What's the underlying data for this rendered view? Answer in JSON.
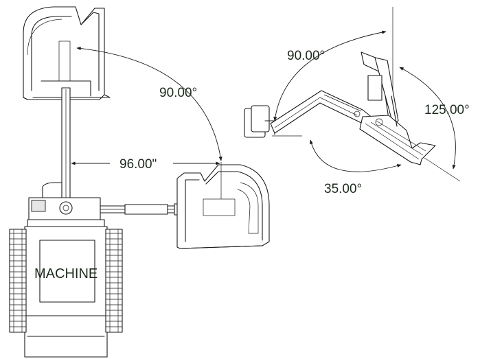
{
  "labels": {
    "top_swing_angle": "90.00°",
    "reach": "96.00\"",
    "tilt_top": "90.00°",
    "tilt_right": "125.00°",
    "tilt_bottom": "35.00°",
    "machine": "MACHINE"
  },
  "colors": {
    "line": "#1a1a1a",
    "text": "#1e2a1e",
    "background": "#ffffff"
  }
}
